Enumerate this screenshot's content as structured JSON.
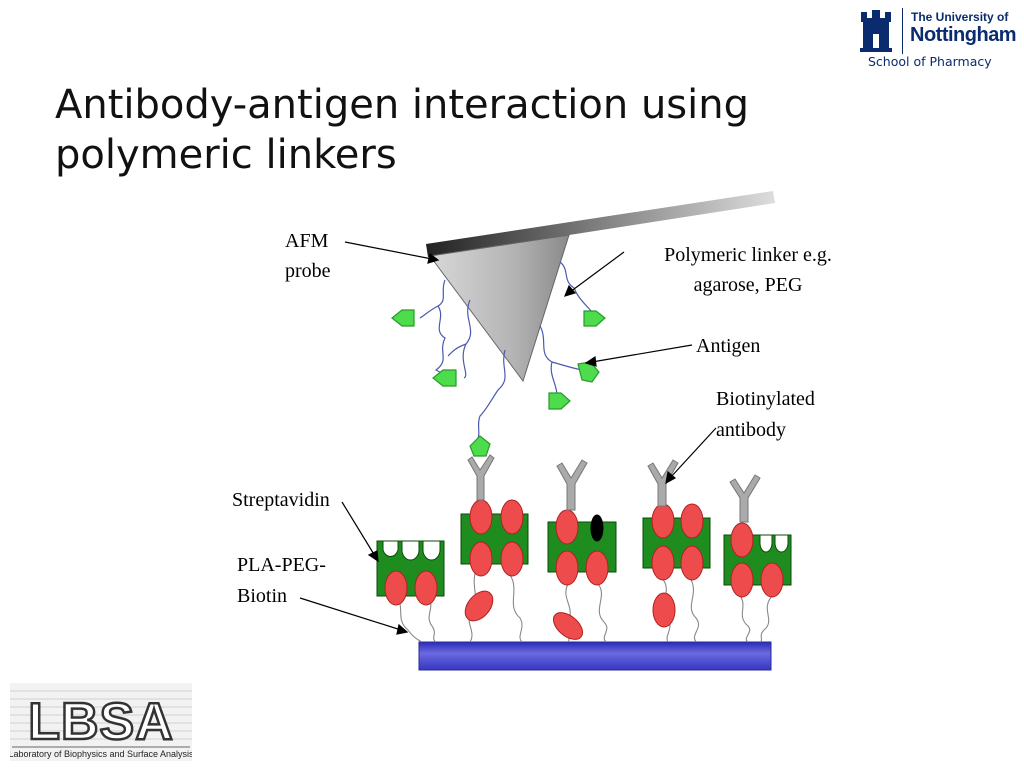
{
  "title": {
    "line1": "Antibody-antigen interaction using",
    "line2": "polymeric linkers"
  },
  "university": {
    "line1": "The University of",
    "line2": "Nottingham",
    "school": "School of Pharmacy",
    "crest_icon": "castle-crest-icon",
    "color": "#0a2c6e"
  },
  "labels": {
    "afm_line1": "AFM",
    "afm_line2": "probe",
    "linker_line1": "Polymeric linker e.g.",
    "linker_line2": "agarose, PEG",
    "antigen": "Antigen",
    "antibody_line1": "Biotinylated",
    "antibody_line2": "antibody",
    "streptavidin": "Streptavidin",
    "pla_line1": "PLA-PEG-",
    "pla_line2": "Biotin"
  },
  "lab_logo": {
    "acronym": "LBSA",
    "subtitle": "Laboratory of Biophysics and Surface Analysis"
  },
  "colors": {
    "antigen": "#4cdc4c",
    "streptavidin": "#1e8c1e",
    "biotin": "#ee4c4c",
    "substrate": "#3c3cc8",
    "linker": "#4a5ab0",
    "probe": "#aaaaaa"
  }
}
